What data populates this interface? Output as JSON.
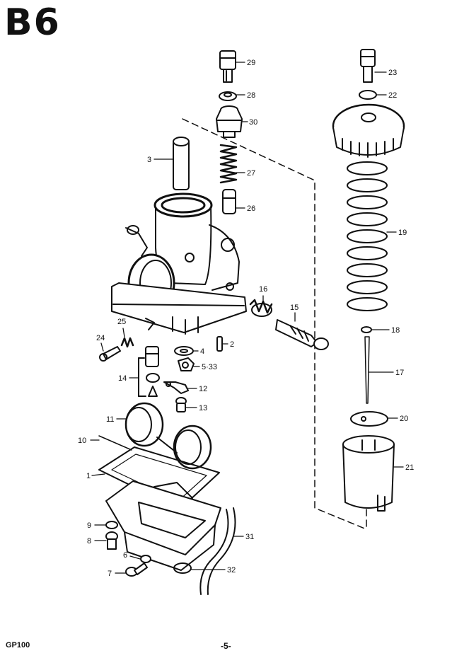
{
  "page": {
    "section_code": "B6",
    "model": "GP100",
    "page_number": "-5-"
  },
  "callouts": [
    "29",
    "28",
    "30",
    "3",
    "27",
    "26",
    "16",
    "15",
    "2",
    "4",
    "5·33",
    "12",
    "13",
    "24",
    "25",
    "14",
    "11",
    "10",
    "1",
    "9",
    "8",
    "6",
    "7",
    "31",
    "32",
    "23",
    "22",
    "19",
    "18",
    "17",
    "20",
    "21"
  ]
}
